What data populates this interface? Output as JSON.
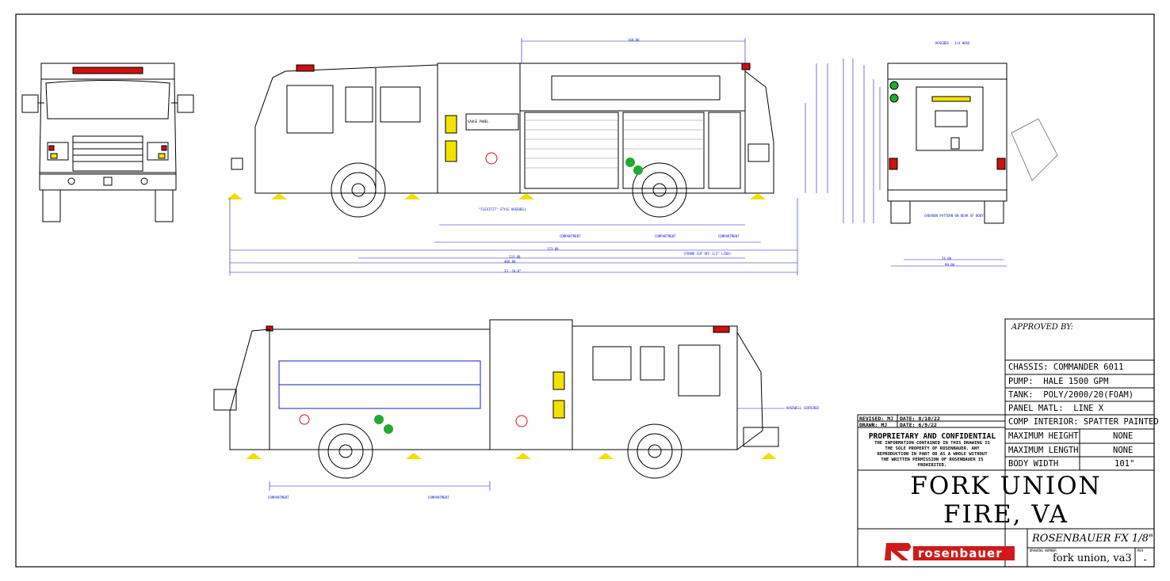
{
  "title_block": {
    "approved_by": "APPROVED BY:",
    "specs": [
      {
        "label": "CHASSIS:",
        "value": "COMMANDER 6011"
      },
      {
        "label": "PUMP:",
        "value": "HALE 1500 GPM"
      },
      {
        "label": "TANK:",
        "value": "POLY/2000/20(FOAM)"
      },
      {
        "label": "PANEL MATL:",
        "value": "LINE X"
      },
      {
        "label": "COMP INTERIOR:",
        "value": "SPATTER PAINTED"
      },
      {
        "label": "MAXIMUM HEIGHT",
        "value": "NONE"
      },
      {
        "label": "MAXIMUM LENGTH",
        "value": "NONE"
      },
      {
        "label": "BODY WIDTH",
        "value": "101\""
      }
    ],
    "revised_label": "REVISED: MJ",
    "revised_date": "DATE: 8/10/22",
    "drawn_label": "DRAWN: MJ",
    "drawn_date": "DATE: 6/9/22",
    "confidential_title": "PROPRIETARY AND CONFIDENTIAL",
    "confidential_lines": [
      "THE INFORMATION CONTAINED IN THIS DRAWING IS",
      "THE SOLE PROPERTY OF ROSENBAUER. ANY",
      "REPRODUCTION IN PART OR AS A WHOLE WITHOUT",
      "THE WRITTEN PERMISSION OF ROSENBAUER IS",
      "PROHIBITED."
    ],
    "customer_line1": "FORK UNION",
    "customer_line2": "FIRE, VA",
    "model": "ROSENBAUER FX 1/8\"",
    "drawing_number_label": "DRAWING NUMBER",
    "drawing_number": "fork union, va3",
    "rev_label": "REV",
    "rev_value": "-",
    "logo_text": "rosenbauer",
    "logo_color": "#d01a1a"
  },
  "annotations": {
    "gauge_panel": "GAUGE PANEL",
    "hosewell_note": "\"FLEXIFIT\" STYLE HOSEWELL",
    "compartment": "COMPARTMENT",
    "frame_cutoff": "(FRAME CUT OFF 1/2\" LCDD)",
    "hosebed_note": "HOSEBED - 3/4 HOSE",
    "chevron_note": "CHEVRON PATTERN ON REAR OF BODY",
    "hosewell_centered": "HOSEWELL CENTERED"
  },
  "dimensions": {
    "overall_length": "33'-10.0\"",
    "overall_length_in": "406.00",
    "wheelbase_line": "233.00",
    "body_length": "173.00",
    "top_length": "168.00",
    "rear_width": "74.00",
    "rear_width2": "99.00"
  },
  "colors": {
    "line": "#000000",
    "dimension": "#1020c0",
    "warning_light": "#cc1111",
    "reflective_yellow": "#f2e200",
    "green_light": "#22aa33",
    "scene_light": "#f0e000"
  }
}
